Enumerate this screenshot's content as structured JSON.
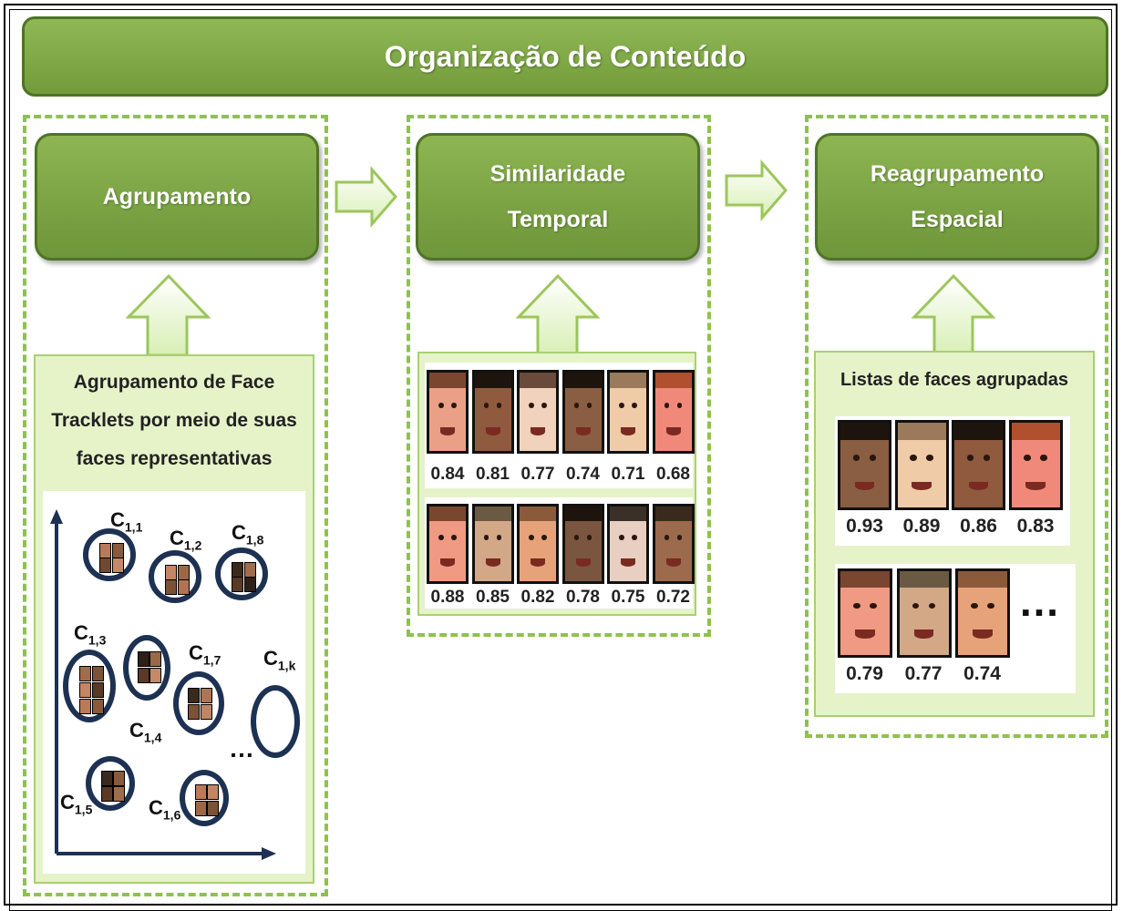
{
  "title": "Organização de Conteúdo",
  "columns": [
    {
      "heading": "Agrupamento",
      "description": [
        "Agrupamento de Face",
        "Tracklets por meio de suas",
        "faces representativas"
      ]
    },
    {
      "heading_lines": [
        "Similaridade",
        "Temporal"
      ]
    },
    {
      "heading_lines": [
        "Reagrupamento",
        "Espacial"
      ],
      "description": "Listas de faces agrupadas"
    }
  ],
  "temporal_scores_row1": [
    "0.84",
    "0.81",
    "0.77",
    "0.74",
    "0.71",
    "0.68"
  ],
  "temporal_scores_row2": [
    "0.88",
    "0.85",
    "0.82",
    "0.78",
    "0.75",
    "0.72"
  ],
  "spatial_scores_row1": [
    "0.93",
    "0.89",
    "0.86",
    "0.83"
  ],
  "spatial_scores_row2": [
    "0.79",
    "0.77",
    "0.74"
  ],
  "ellipsis": "…",
  "clusters": [
    {
      "main": "C",
      "sub": "1,1"
    },
    {
      "main": "C",
      "sub": "1,2"
    },
    {
      "main": "C",
      "sub": "1,8"
    },
    {
      "main": "C",
      "sub": "1,3"
    },
    {
      "main": "C",
      "sub": "1,7"
    },
    {
      "main": "C",
      "sub": "1,k"
    },
    {
      "main": "C",
      "sub": "1,4"
    },
    {
      "main": "C",
      "sub": "1,5"
    },
    {
      "main": "C",
      "sub": "1,6"
    }
  ],
  "colors": {
    "accent_green": "#7aa343",
    "dashed_border": "#8fc24a",
    "panel_fill": "#e6f3c9",
    "cluster_ring": "#1d3152"
  }
}
